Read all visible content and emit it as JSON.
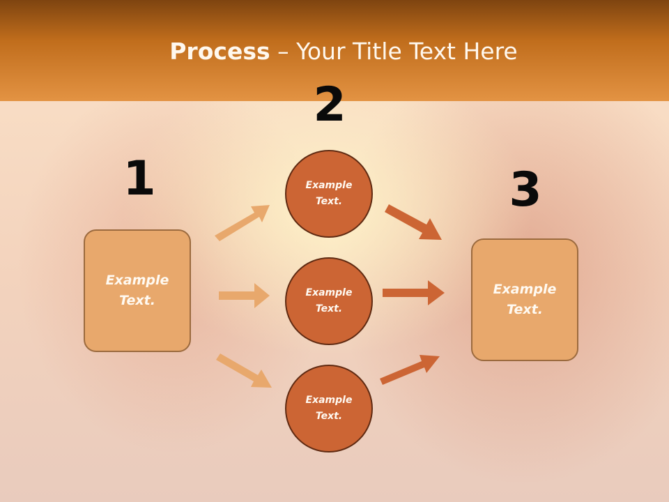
{
  "title": {
    "strong": "Process",
    "rest": " – Your Title Text Here"
  },
  "steps": [
    {
      "number": "1",
      "text": "Example\nText."
    },
    {
      "number": "2",
      "text": "Example\nText."
    },
    {
      "number": "3",
      "text": "Example\nText."
    }
  ],
  "circles": [
    {
      "text": "Example\nText."
    },
    {
      "text": "Example\nText."
    },
    {
      "text": "Example\nText."
    }
  ],
  "colors": {
    "header": "#c06d1c",
    "box": "#e8a86c",
    "circle": "#cc6534",
    "arrow_light": "#e8a86c",
    "arrow_dark": "#cc6534"
  }
}
